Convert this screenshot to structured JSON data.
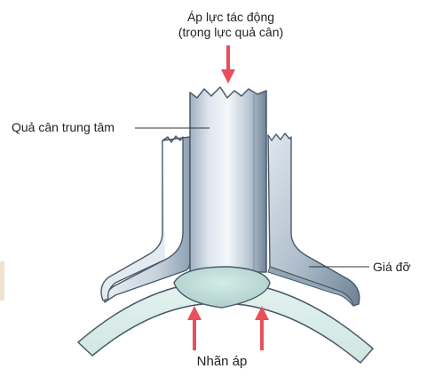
{
  "force": {
    "line1": "Áp lực tác động",
    "line2": "(trọng lực quả cân)"
  },
  "labels": {
    "central_weight": "Quả cân trung tâm",
    "holder": "Giá đỡ",
    "eyeball": "Nhãn áp"
  },
  "colors": {
    "arrow": "#e8505b",
    "steel_light": "#eef3f8",
    "steel_mid": "#c3d0dc",
    "steel_dark": "#7f93a6",
    "outline": "#4a5a6a",
    "cornea": "#d6ece8",
    "leader": "#333333"
  }
}
